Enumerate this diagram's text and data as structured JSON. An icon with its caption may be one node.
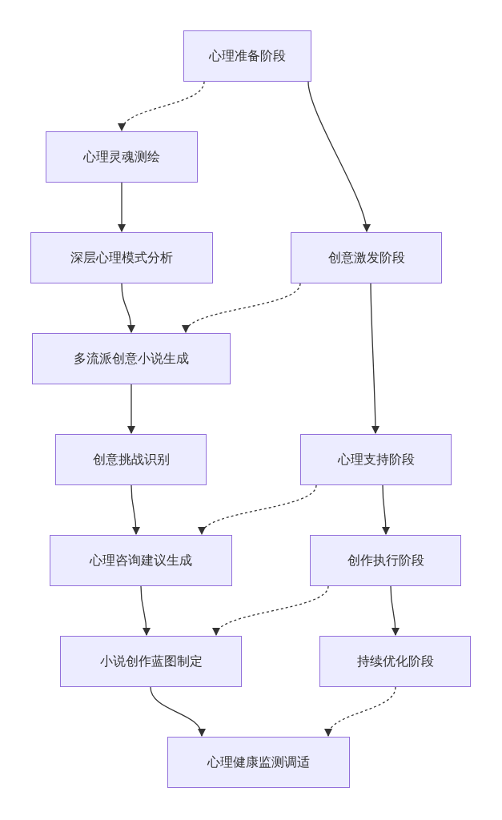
{
  "diagram": {
    "nodes": [
      {
        "text": [
          "心理准备阶段"
        ]
      },
      {
        "text": [
          "心理灵魂测绘"
        ]
      },
      {
        "text": [
          "深层心理模式分析"
        ]
      },
      {
        "text": [
          "创意激发阶段"
        ]
      },
      {
        "text": [
          "多流派创意小说生成"
        ]
      },
      {
        "text": [
          "创意挑战识别"
        ]
      },
      {
        "text": [
          "心理支持阶段"
        ]
      },
      {
        "text": [
          "心理咨询建议生成"
        ]
      },
      {
        "text": [
          "创作执行阶段"
        ]
      },
      {
        "text": [
          "小说创作蓝图制定"
        ]
      },
      {
        "text": [
          "持续优化阶段"
        ]
      },
      {
        "text": [
          "心理健康监测调适"
        ]
      }
    ],
    "edges": [
      {
        "from": 0,
        "to": 1,
        "arrow": "to",
        "style": "dashed"
      },
      {
        "from": 0,
        "to": 3,
        "arrow": "to"
      },
      {
        "from": 1,
        "to": 2,
        "arrow": "to"
      },
      {
        "from": 2,
        "to": 4,
        "arrow": "to"
      },
      {
        "from": 3,
        "to": 4,
        "arrow": "to",
        "style": "dashed"
      },
      {
        "from": 3,
        "to": 6,
        "arrow": "to"
      },
      {
        "from": 4,
        "to": 5,
        "arrow": "to"
      },
      {
        "from": 5,
        "to": 7,
        "arrow": "to"
      },
      {
        "from": 6,
        "to": 7,
        "arrow": "to",
        "style": "dashed"
      },
      {
        "from": 6,
        "to": 8,
        "arrow": "to"
      },
      {
        "from": 7,
        "to": 9,
        "arrow": "to"
      },
      {
        "from": 8,
        "to": 9,
        "arrow": "to",
        "style": "dashed"
      },
      {
        "from": 8,
        "to": 10,
        "arrow": "to"
      },
      {
        "from": 9,
        "to": 11,
        "arrow": "to"
      },
      {
        "from": 10,
        "to": 11,
        "arrow": "to",
        "style": "dashed"
      }
    ]
  }
}
